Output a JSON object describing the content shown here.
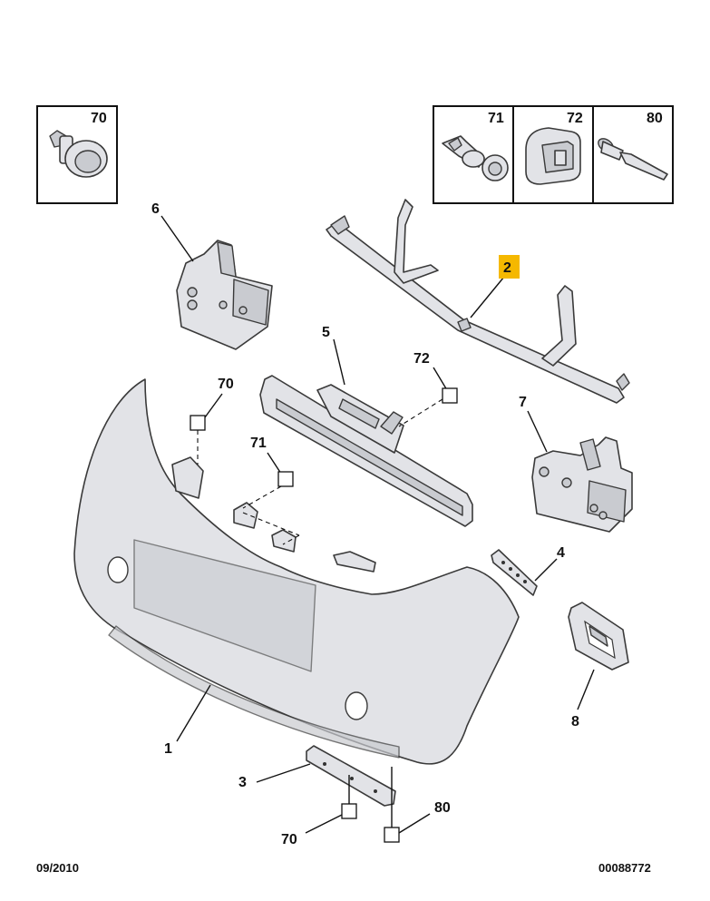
{
  "footer": {
    "date": "09/2010",
    "reference": "00088772"
  },
  "fastener_boxes": [
    {
      "id": "70",
      "label": "70"
    },
    {
      "id": "71",
      "label": "71"
    },
    {
      "id": "72",
      "label": "72"
    },
    {
      "id": "80",
      "label": "80"
    }
  ],
  "callouts": {
    "bumper": "1",
    "reinforcement": "2",
    "lower_strip": "3",
    "grille_insert": "4",
    "grille": "5",
    "left_bracket": "6",
    "right_bracket": "7",
    "fog_light_frame": "8",
    "clip70_upper": "70",
    "clip71": "71",
    "clip72": "72",
    "clip70_lower": "70",
    "rivet80": "80"
  },
  "colors": {
    "highlight": "#f5b800",
    "part_fill": "#e2e3e7",
    "line": "#111111"
  }
}
